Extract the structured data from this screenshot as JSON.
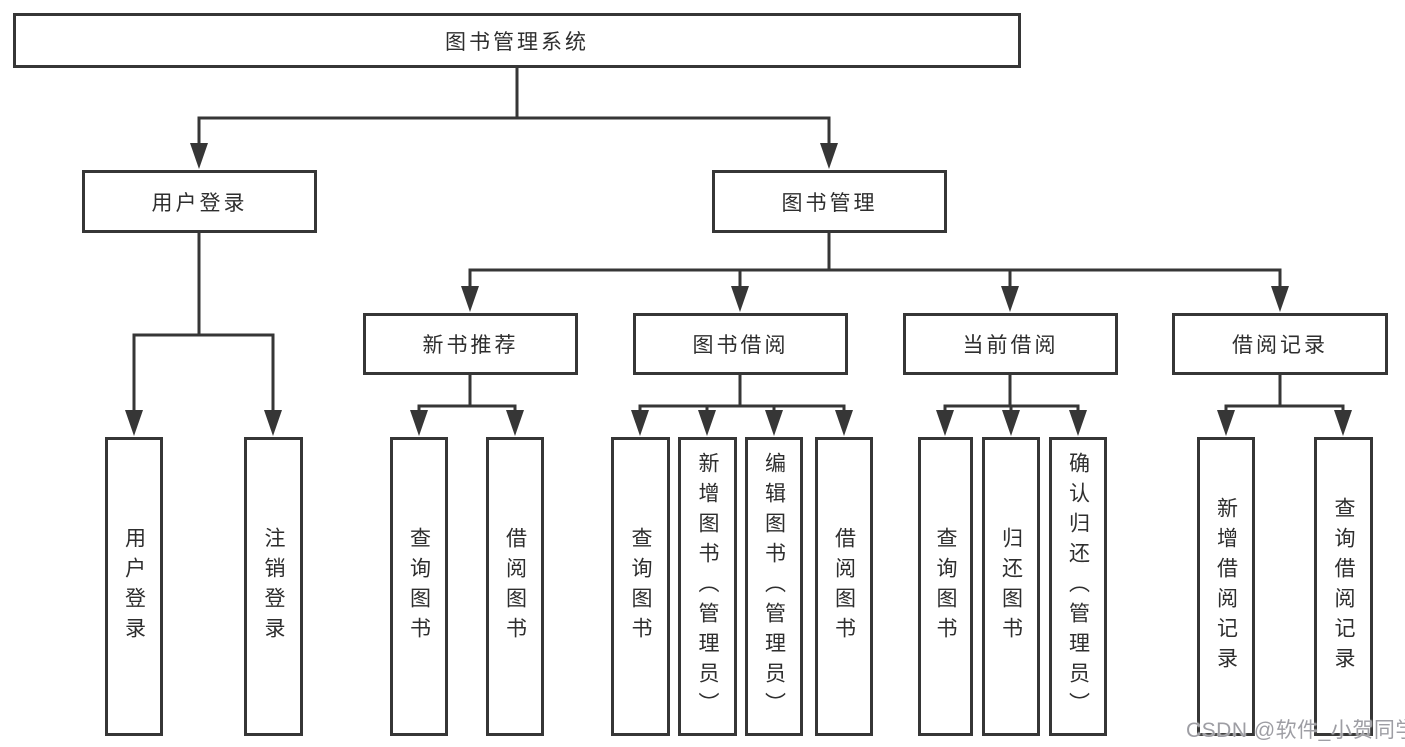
{
  "colors": {
    "line": "#363636",
    "text": "#2e2e2e",
    "background": "#ffffff",
    "watermark": "#9e9ea4"
  },
  "tree": {
    "root": "图书管理系统",
    "l2": [
      {
        "label": "用户登录",
        "children": [
          "用户登录",
          "注销登录"
        ]
      },
      {
        "label": "图书管理",
        "sections": [
          {
            "label": "新书推荐",
            "children": [
              "查询图书",
              "借阅图书"
            ]
          },
          {
            "label": "图书借阅",
            "children": [
              "查询图书",
              "新增图书（管理员）",
              "编辑图书（管理员）",
              "借阅图书"
            ]
          },
          {
            "label": "当前借阅",
            "children": [
              "查询图书",
              "归还图书",
              "确认归还（管理员）"
            ]
          },
          {
            "label": "借阅记录",
            "children": [
              "新增借阅记录",
              "查询借阅记录"
            ]
          }
        ]
      }
    ]
  },
  "watermark": {
    "text": "CSDN @软件_小贺同学"
  }
}
